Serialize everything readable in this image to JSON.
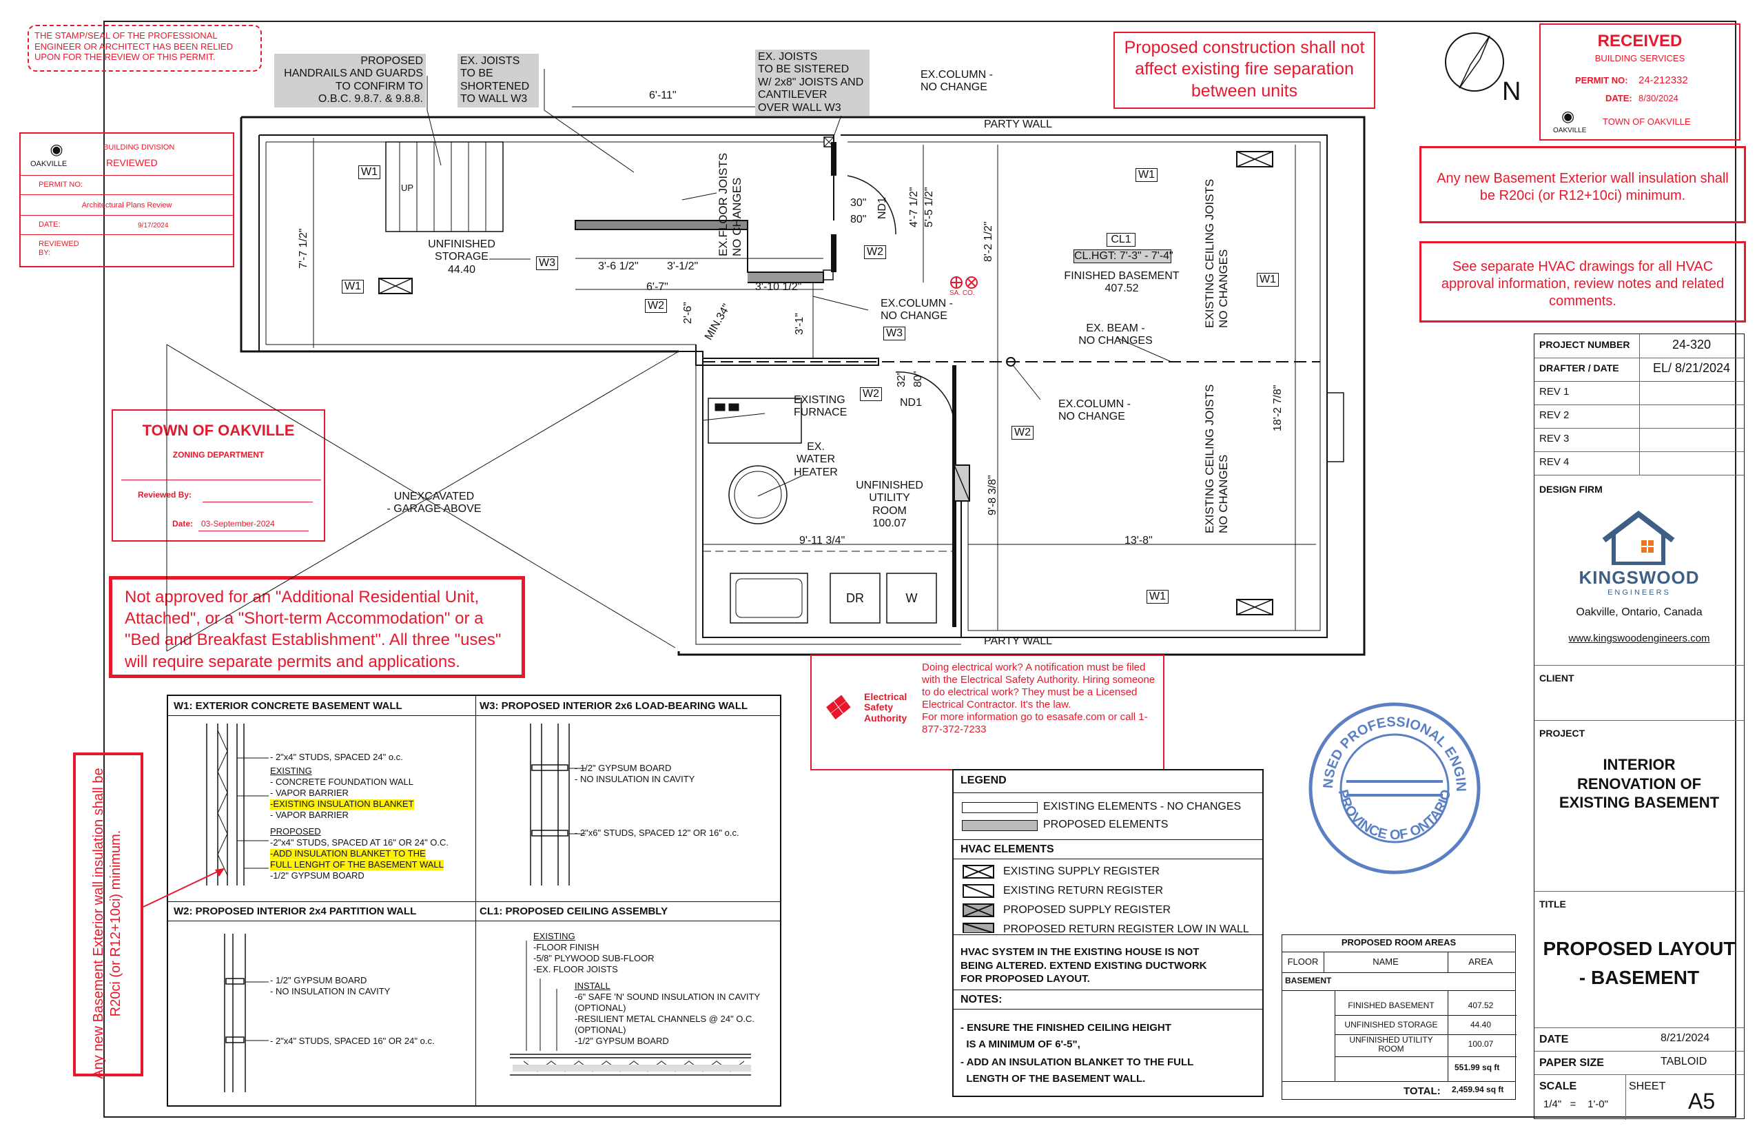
{
  "stamp_note": "THE STAMP/SEAL OF THE PROFESSIONAL ENGINEER OR ARCHITECT HAS BEEN RELIED UPON FOR THE REVIEW OF THIS PERMIT.",
  "building_division": {
    "logo_text": "OAKVILLE",
    "title": "BUILDING DIVISION",
    "status": "REVIEWED",
    "permit_label": "PERMIT NO:",
    "review_type": "Architectural Plans Review",
    "date_label": "DATE:",
    "date": "9/17/2024",
    "reviewed_by_label": "REVIEWED BY:"
  },
  "zoning": {
    "town": "TOWN OF OAKVILLE",
    "dept": "ZONING DEPARTMENT",
    "reviewed_by_label": "Reviewed By:",
    "date_label": "Date:",
    "date": "03-September-2024"
  },
  "notice_fire": "Proposed construction shall not affect existing fire separation between units",
  "received": {
    "title": "RECEIVED",
    "sub": "BUILDING SERVICES",
    "permit_label": "PERMIT NO:",
    "permit": "24-212332",
    "date_label": "DATE:",
    "date": "8/30/2024",
    "logo_text": "OAKVILLE",
    "town": "TOWN OF OAKVILLE"
  },
  "north_label": "N",
  "notice_insulation": "Any new Basement Exterior wall insulation shall be R20ci (or R12+10ci) minimum.",
  "notice_hvac": "See separate HVAC drawings for all HVAC approval information, review notes and related comments.",
  "notice_units": "Not approved for an \"Additional Residential Unit, Attached\", or a \"Short-term Accommodation\" or a \"Bed and Breakfast Establishment\". All three \"uses\" will require separate permits and applications.",
  "notice_insulation_vertical": "Any new Basement Exterior wall insulation shall be R20ci (or R12+10ci) minimum.",
  "plan": {
    "handrails": "PROPOSED\nHANDRAILS AND GUARDS\nTO CONFIRM TO\nO.B.C. 9.8.7. & 9.8.8.",
    "joists_short": "EX. JOISTS\nTO BE\nSHORTENED\nTO WALL W3",
    "joists_sister": "EX. JOISTS\nTO BE SISTERED\nW/ 2x8\" JOISTS AND\nCANTILEVER\nOVER WALL W3",
    "ex_column_nochange": "EX.COLUMN -\nNO CHANGE",
    "party_wall_top": "PARTY WALL",
    "party_wall_bottom": "PARTY WALL",
    "unfinished_storage": "UNFINISHED\nSTORAGE\n44.40",
    "finished_basement": "FINISHED BASEMENT\n407.52",
    "cl1": "CL1",
    "clhgt": "CL.HGT: 7'-3\" - 7'-4\"",
    "ex_beam": "EX. BEAM -\nNO CHANGES",
    "ex_column2": "EX.COLUMN -\nNO CHANGE",
    "ex_column3": "EX.COLUMN -\nNO CHANGE",
    "existing_furnace": "EXISTING\nFURNACE",
    "water_heater": "EX.\nWATER\nHEATER",
    "utility_room": "UNFINISHED\nUTILITY\nROOM\n100.07",
    "unexcavated": "UNEXCAVATED\n- GARAGE ABOVE",
    "floor_joists": "EX.FLOOR JOISTS\nNO CHANGES",
    "ceiling_joists": "EXISTING CEILING JOISTS\nNO CHANGES",
    "dim_611": "6'-11\"",
    "dim_3612": "3'-6 1/2\"",
    "dim_67": "6'-7\"",
    "dim_3112": "3'-1/2\"",
    "dim_31012": "3'-10 1/2\"",
    "dim_9113": "9'-11 3/4\"",
    "dim_138": "13'-8\"",
    "dim_8212": "8'-2 1/2\"",
    "dim_18278": "18'-2 7/8\"",
    "dim_9838": "9'-8 3/8\"",
    "dim_7712": "7'-7 1/2\"",
    "dim_4712": "4'-7 1/2\"",
    "dim_5512": "5'-5 1/2\"",
    "dim_31": "3'-1\"",
    "dim_26": "2'-6\"",
    "min34": "MIN.34\"",
    "nd1": "ND1",
    "d30": "30\"",
    "d80": "80\"",
    "d32": "32\"",
    "up": "UP",
    "w1": "W1",
    "w2": "W2",
    "w3": "W3",
    "dr": "DR",
    "w": "W",
    "sa_co": "SA. CO."
  },
  "esa": {
    "brand": "Electrical Safety Authority",
    "text": "Doing electrical work? A notification must be filed with the Electrical Safety Authority. Hiring someone to do electrical work? They must be a Licensed Electrical Contractor. It's the law.\nFor more information go to esasafe.com or call 1-877-372-7233"
  },
  "details": {
    "w1_title": "W1: EXTERIOR CONCRETE BASEMENT WALL",
    "w1_studs": "- 2\"x4\" STUDS, SPACED 24\" o.c.",
    "w1_existing": "EXISTING",
    "w1_e1": "- CONCRETE FOUNDATION WALL",
    "w1_e2": "- VAPOR BARRIER",
    "w1_e3": "-EXISTING INSULATION BLANKET",
    "w1_e4": "- VAPOR BARRIER",
    "w1_proposed": "PROPOSED",
    "w1_p1": "-2\"x4\" STUDS, SPACED AT 16\" OR 24\" O.C.",
    "w1_p2": "-ADD INSULATION BLANKET TO THE",
    "w1_p3": "FULL LENGHT OF THE BASEMENT WALL",
    "w1_p4": "-1/2\" GYPSUM BOARD",
    "w3_title": "W3: PROPOSED INTERIOR 2x6 LOAD-BEARING WALL",
    "w3_l1": "- 1/2\" GYPSUM BOARD",
    "w3_l2": "- NO INSULATION IN CAVITY",
    "w3_l3": "- 2\"x6\" STUDS, SPACED 12\" OR 16\" o.c.",
    "w2_title": "W2: PROPOSED INTERIOR 2x4 PARTITION WALL",
    "w2_l1": "- 1/2\" GYPSUM BOARD",
    "w2_l2": "- NO INSULATION IN CAVITY",
    "w2_l3": "- 2\"x4\" STUDS, SPACED 16\" OR 24\" o.c.",
    "cl1_title": "CL1: PROPOSED CEILING ASSEMBLY",
    "cl1_existing": "EXISTING",
    "cl1_e1": "-FLOOR FINISH",
    "cl1_e2": "-5/8\" PLYWOOD SUB-FLOOR",
    "cl1_e3": "-EX. FLOOR JOISTS",
    "cl1_install": "INSTALL",
    "cl1_i1": "-6\" SAFE 'N' SOUND INSULATION IN CAVITY",
    "cl1_i2": "(OPTIONAL)",
    "cl1_i3": "-RESILIENT METAL CHANNELS @ 24\" O.C.",
    "cl1_i4": "(OPTIONAL)",
    "cl1_i5": "-1/2\" GYPSUM BOARD"
  },
  "legend": {
    "title": "LEGEND",
    "existing": "EXISTING ELEMENTS - NO CHANGES",
    "proposed": "PROPOSED ELEMENTS",
    "hvac_title": "HVAC ELEMENTS",
    "h1": "EXISTING SUPPLY REGISTER",
    "h2": "EXISTING RETURN REGISTER",
    "h3": "PROPOSED SUPPLY REGISTER",
    "h4": "PROPOSED RETURN REGISTER LOW IN WALL",
    "hvac_note": "HVAC SYSTEM IN THE EXISTING HOUSE IS NOT BEING ALTERED. EXTEND EXISTING DUCTWORK FOR PROPOSED LAYOUT.",
    "notes_title": "NOTES:",
    "n1": "- ENSURE THE FINISHED CEILING HEIGHT\n  IS A MINIMUM OF 6'-5\",",
    "n2": "- ADD AN INSULATION BLANKET TO THE FULL\n  LENGTH OF THE BASEMENT WALL."
  },
  "areas": {
    "title": "PROPOSED ROOM AREAS",
    "h_floor": "FLOOR",
    "h_name": "NAME",
    "h_area": "AREA",
    "floor": "BASEMENT",
    "rows": [
      {
        "name": "FINISHED BASEMENT",
        "area": "407.52"
      },
      {
        "name": "UNFINISHED STORAGE",
        "area": "44.40"
      },
      {
        "name": "UNFINISHED UTILITY ROOM",
        "area": "100.07"
      }
    ],
    "subtotal": "551.99 sq ft",
    "total_label": "TOTAL:",
    "total": "2,459.94 sq ft"
  },
  "seal": {
    "top": "LICENSED PROFESSIONAL ENGINEER",
    "bottom": "PROVINCE OF ONTARIO"
  },
  "titleblock": {
    "project_number_label": "PROJECT NUMBER",
    "project_number": "24-320",
    "drafter_label": "DRAFTER / DATE",
    "drafter": "EL/ 8/21/2024",
    "revs": [
      "REV 1",
      "REV 2",
      "REV 3",
      "REV 4"
    ],
    "design_firm_label": "DESIGN FIRM",
    "firm_name": "KINGSWOOD",
    "firm_sub": "ENGINEERS",
    "firm_location": "Oakville, Ontario, Canada",
    "firm_url": "www.kingswoodengineers.com",
    "client_label": "CLIENT",
    "project_label": "PROJECT",
    "project": "INTERIOR\nRENOVATION OF\nEXISTING BASEMENT",
    "title_label": "TITLE",
    "title": "PROPOSED LAYOUT\n- BASEMENT",
    "date_label": "DATE",
    "date": "8/21/2024",
    "paper_label": "PAPER SIZE",
    "paper": "TABLOID",
    "scale_label": "SCALE",
    "scale": "1/4\"   =    1'-0\"",
    "sheet_label": "SHEET",
    "sheet": "A5"
  },
  "colors": {
    "stamp_red": "#e8182c",
    "seal_blue": "#5b7fc4",
    "firm_blue": "#3d5f85",
    "firm_orange": "#e87722"
  }
}
